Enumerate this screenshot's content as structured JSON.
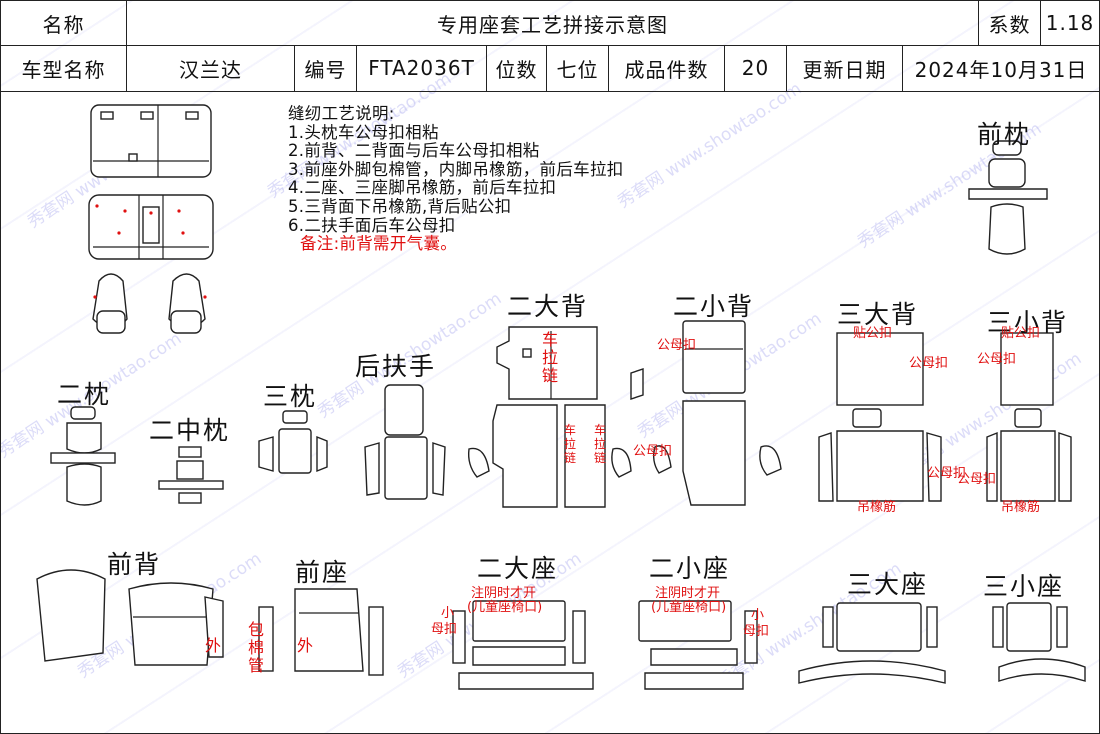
{
  "header": {
    "name_label": "名称",
    "title": "专用座套工艺拼接示意图",
    "coef_label": "系数",
    "coef_value": "1.18",
    "model_label": "车型名称",
    "model_value": "汉兰达",
    "code_label": "编号",
    "code_value": "FTA2036T",
    "seats_label": "位数",
    "seats_value": "七位",
    "pieces_label": "成品件数",
    "pieces_value": "20",
    "date_label": "更新日期",
    "date_value": "2024年10月31日"
  },
  "notes": {
    "title": "缝纫工艺说明:",
    "items": [
      "1.头枕车公母扣相粘",
      "2.前背、二背面与后车公母扣相粘",
      "3.前座外脚包棉管，内脚吊橡筋，前后车拉扣",
      "4.二座、三座脚吊橡筋，前后车拉扣",
      "5.三背面下吊橡筋,背后贴公扣",
      "6.二扶手面后车公母扣"
    ],
    "remark": "备注:前背需开气囊。"
  },
  "labels": {
    "front_headrest": "前枕",
    "second_big_back": "二大背",
    "second_small_back": "二小背",
    "third_big_back": "三大背",
    "third_small_back": "三小背",
    "rear_armrest": "后扶手",
    "second_headrest": "二枕",
    "second_middle_headrest": "二中枕",
    "third_headrest": "三枕",
    "front_back": "前背",
    "front_seat": "前座",
    "second_big_seat": "二大座",
    "second_small_seat": "二小座",
    "third_big_seat": "三大座",
    "third_small_seat": "三小座"
  },
  "annotations": {
    "zipper": "车拉链",
    "pull_buckle": "车拉链",
    "male_female_buckle": "公母扣",
    "male_buckle": "贴公扣",
    "elastic": "吊橡筋",
    "outer": "外",
    "cotton_tube": "包棉管",
    "open_note": "注阴时才开",
    "child_seat_opening": "(儿童座椅口)",
    "small_buckle": "小",
    "buckle": "母扣"
  },
  "watermark": "秀套网 www.showtao.com",
  "colors": {
    "annotation": "#e01010",
    "watermark": "#8c8ce6",
    "line": "#222222"
  }
}
